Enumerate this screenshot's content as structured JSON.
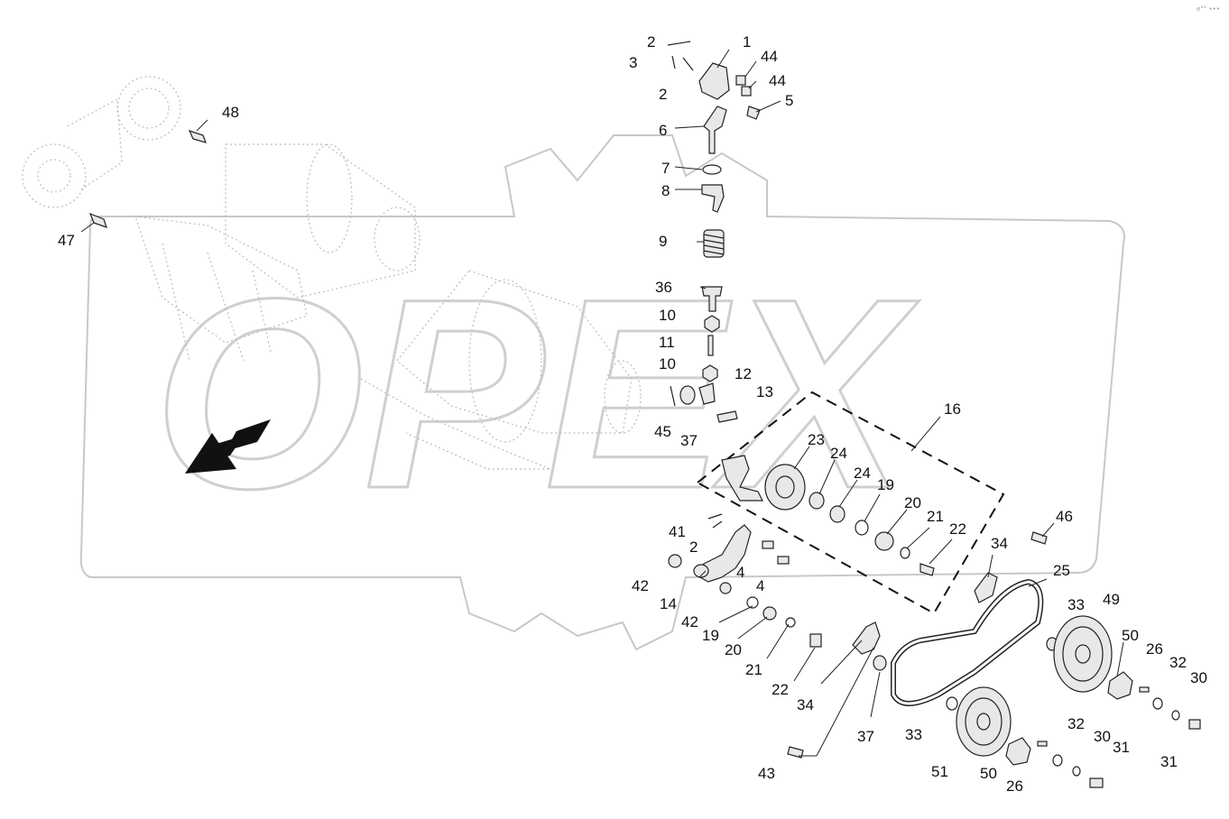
{
  "corner_mark": "e°° •••",
  "watermark": {
    "text": "OPEX"
  },
  "callouts": [
    {
      "n": "2"
    },
    {
      "n": "1"
    },
    {
      "n": "3"
    },
    {
      "n": "44"
    },
    {
      "n": "2"
    },
    {
      "n": "44"
    },
    {
      "n": "5"
    },
    {
      "n": "48"
    },
    {
      "n": "6"
    },
    {
      "n": "7"
    },
    {
      "n": "8"
    },
    {
      "n": "47"
    },
    {
      "n": "9"
    },
    {
      "n": "36"
    },
    {
      "n": "10"
    },
    {
      "n": "11"
    },
    {
      "n": "10"
    },
    {
      "n": "12"
    },
    {
      "n": "13"
    },
    {
      "n": "45"
    },
    {
      "n": "37"
    },
    {
      "n": "16"
    },
    {
      "n": "23"
    },
    {
      "n": "24"
    },
    {
      "n": "24"
    },
    {
      "n": "19"
    },
    {
      "n": "20"
    },
    {
      "n": "21"
    },
    {
      "n": "22"
    },
    {
      "n": "41"
    },
    {
      "n": "2"
    },
    {
      "n": "4"
    },
    {
      "n": "4"
    },
    {
      "n": "42"
    },
    {
      "n": "14"
    },
    {
      "n": "42"
    },
    {
      "n": "19"
    },
    {
      "n": "20"
    },
    {
      "n": "21"
    },
    {
      "n": "22"
    },
    {
      "n": "34"
    },
    {
      "n": "46"
    },
    {
      "n": "34"
    },
    {
      "n": "25"
    },
    {
      "n": "33"
    },
    {
      "n": "49"
    },
    {
      "n": "50"
    },
    {
      "n": "26"
    },
    {
      "n": "32"
    },
    {
      "n": "30"
    },
    {
      "n": "37"
    },
    {
      "n": "33"
    },
    {
      "n": "32"
    },
    {
      "n": "30"
    },
    {
      "n": "31"
    },
    {
      "n": "31"
    },
    {
      "n": "51"
    },
    {
      "n": "50"
    },
    {
      "n": "26"
    },
    {
      "n": "43"
    }
  ]
}
